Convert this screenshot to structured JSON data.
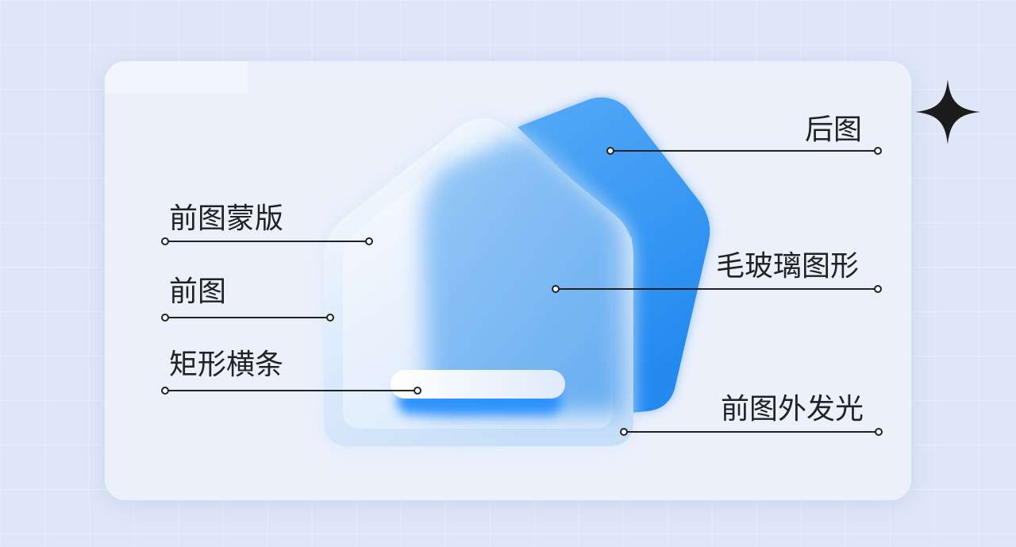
{
  "labels": {
    "back_shape": "后图",
    "front_mask": "前图蒙版",
    "front_shape": "前图",
    "rect_bar": "矩形横条",
    "frosted_shape": "毛玻璃图形",
    "front_glow": "前图外发光"
  },
  "colors": {
    "back_blue": "#2e8ff0",
    "frost_blue": "#6fb2f2",
    "bar_glow": "#2f93ff",
    "line": "#222222",
    "sparkle": "#1c1c1c"
  }
}
